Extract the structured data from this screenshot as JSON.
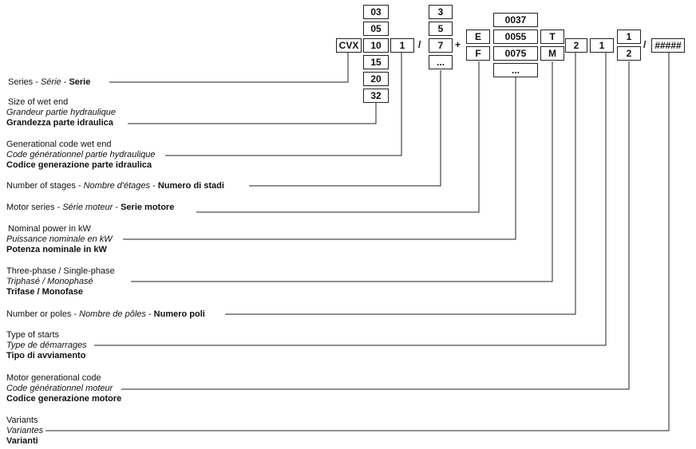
{
  "code_boxes": {
    "cvx": "CVX",
    "size": [
      "03",
      "05",
      "10",
      "15",
      "20",
      "32"
    ],
    "gen_wet": "1",
    "slash1": "/",
    "stages": [
      "3",
      "5",
      "7",
      "..."
    ],
    "plus": "+",
    "motor_series": [
      "E",
      "F"
    ],
    "power": [
      "0037",
      "0055",
      "0075",
      "..."
    ],
    "phase": [
      "T",
      "M"
    ],
    "poles": "2",
    "starts": "1",
    "motor_gen": [
      "1",
      "2"
    ],
    "slash2": "/",
    "variants": "#####"
  },
  "labels": {
    "series": {
      "en": "Series",
      "sep1": " - ",
      "fr": "Série",
      "sep2": " - ",
      "it": "Serie"
    },
    "size": {
      "en": "Size of wet end",
      "fr": "Grandeur partie hydraulique",
      "it": "Grandezza parte idraulica"
    },
    "gen_wet": {
      "en": "Generational code wet end",
      "fr": "Code générationnel partie hydraulique",
      "it": "Codice generazione parte idraulica"
    },
    "stages": {
      "en": "Number of stages",
      "sep1": " - ",
      "fr": "Nombre d'étages",
      "sep2": " - ",
      "it": "Numero di stadi"
    },
    "motor_series": {
      "en": "Motor series",
      "sep1": " - ",
      "fr": "Série moteur",
      "sep2": " - ",
      "it": "Serie motore"
    },
    "power": {
      "en": "Nominal power in kW",
      "fr": "Puissance nominale en kW",
      "it": "Potenza nominale in kW"
    },
    "phase": {
      "en": "Three-phase / Single-phase",
      "fr": "Triphasé / Monophasé",
      "it": "Trifase / Monofase"
    },
    "poles": {
      "en": "Number or poles",
      "sep1": " - ",
      "fr": "Nombre de pôles",
      "sep2": " - ",
      "it": "Numero poli"
    },
    "starts": {
      "en": "Type of starts",
      "fr": "Type de démarrages",
      "it": "Tipo di avviamento"
    },
    "motor_gen": {
      "en": "Motor generational code",
      "fr": "Code générationnel moteur",
      "it": "Codice generazione motore"
    },
    "variants": {
      "en": "Variants",
      "fr": "Variantes",
      "it": "Varianti"
    }
  }
}
